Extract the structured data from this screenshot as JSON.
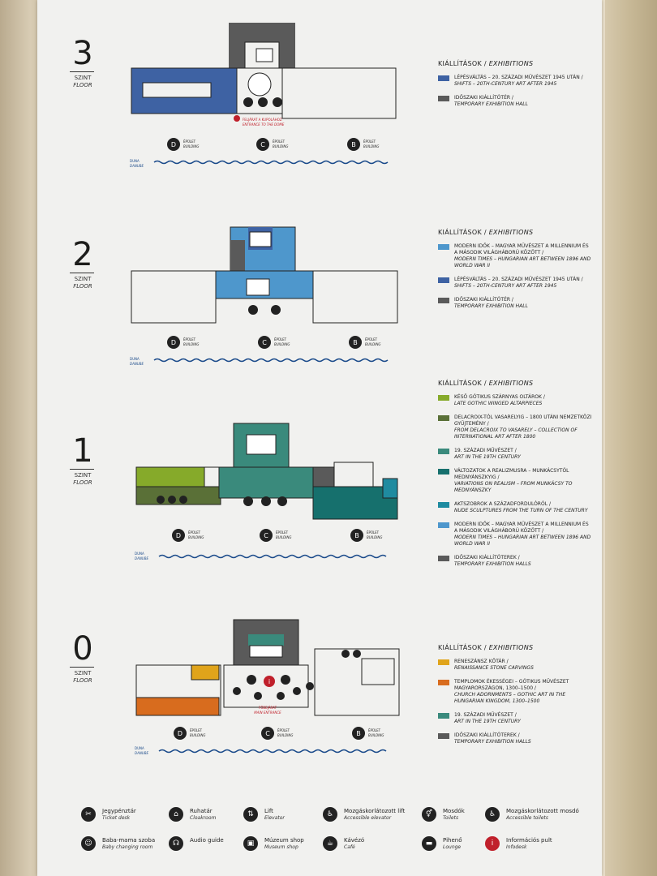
{
  "colors": {
    "blue_dark": "#3e62a3",
    "blue_light": "#4e97cc",
    "grey": "#5a5a5a",
    "green_lime": "#86aa2a",
    "green_olive": "#5a7037",
    "teal_green": "#3a8a7c",
    "teal_dark": "#16706d",
    "teal": "#1f8ba0",
    "yellow": "#e0a41b",
    "orange": "#d86c1e",
    "red": "#c0202b"
  },
  "common": {
    "szint": "SZINT",
    "floor": "FLOOR",
    "epulet": "ÉPÜLET",
    "building": "BUILDING",
    "duna": "DUNA",
    "danube": "DANUBE",
    "building_d": "D",
    "building_c": "C",
    "building_b": "B",
    "legend_head_hu": "KIÁLLÍTÁSOK",
    "legend_head_sep": " / ",
    "legend_head_en": "EXHIBITIONS"
  },
  "levels": [
    {
      "number": "3",
      "note_hu": "FELJÁRAT A KUPOLÁHOZ",
      "note_en": "ENTRANCE TO THE DOME",
      "legend": [
        {
          "color": "#3e62a3",
          "hu": "LÉPÉSVÁLTÁS – 20. SZÁZADI MŰVÉSZET 1945 UTÁN /",
          "en": "SHIFTS – 20TH-CENTURY ART AFTER 1945"
        },
        {
          "color": "#5a5a5a",
          "hu": "IDŐSZAKI KIÁLLÍTÓTÉR /",
          "en": "TEMPORARY EXHIBITION HALL"
        }
      ]
    },
    {
      "number": "2",
      "legend": [
        {
          "color": "#4e97cc",
          "hu": "MODERN IDŐK – MAGYAR MŰVÉSZET A MILLENNIUM ÉS A MÁSODIK VILÁGHÁBORÚ KÖZÖTT /",
          "en": "MODERN TIMES – HUNGARIAN ART BETWEEN 1896 AND WORLD WAR II"
        },
        {
          "color": "#3e62a3",
          "hu": "LÉPÉSVÁLTÁS – 20. SZÁZADI MŰVÉSZET 1945 UTÁN /",
          "en": "SHIFTS – 20TH-CENTURY ART AFTER 1945"
        },
        {
          "color": "#5a5a5a",
          "hu": "IDŐSZAKI KIÁLLÍTÓTÉR /",
          "en": "TEMPORARY EXHIBITION HALL"
        }
      ]
    },
    {
      "number": "1",
      "legend": [
        {
          "color": "#86aa2a",
          "hu": "KÉSŐ GÓTIKUS SZÁRNYAS OLTÁROK /",
          "en": "LATE GOTHIC WINGED ALTARPIECES"
        },
        {
          "color": "#5a7037",
          "hu": "DELACROIX-TÓL VASARELYIG – 1800 UTÁNI NEMZETKÖZI GYŰJTEMÉNY /",
          "en": "FROM DELACROIX TO VASARELY – COLLECTION OF INTERNATIONAL ART AFTER 1800"
        },
        {
          "color": "#3a8a7c",
          "hu": "19. SZÁZADI MŰVÉSZET /",
          "en": "ART IN THE 19TH CENTURY"
        },
        {
          "color": "#16706d",
          "hu": "VÁLTOZATOK A REALIZMUSRA – MUNKÁCSYTÓL MEDNYÁNSZKYIG /",
          "en": "VARIATIONS ON REALISM – FROM MUNKÁCSY TO MEDNYÁNSZKY"
        },
        {
          "color": "#1f8ba0",
          "hu": "AKTSZOBROK A SZÁZADFORDULÓRÓL /",
          "en": "NUDE SCULPTURES FROM THE TURN OF THE CENTURY"
        },
        {
          "color": "#4e97cc",
          "hu": "MODERN IDŐK – MAGYAR MŰVÉSZET A MILLENNIUM ÉS A MÁSODIK VILÁGHÁBORÚ KÖZÖTT /",
          "en": "MODERN TIMES – HUNGARIAN ART BETWEEN 1896 AND WORLD WAR II"
        },
        {
          "color": "#5a5a5a",
          "hu": "IDŐSZAKI KIÁLLÍTÓTEREK /",
          "en": "TEMPORARY EXHIBITION HALLS"
        }
      ]
    },
    {
      "number": "0",
      "note_hu": "FŐBEJÁRAT",
      "note_en": "MAIN ENTRANCE",
      "legend": [
        {
          "color": "#e0a41b",
          "hu": "RENESZÁNSZ KŐTÁR /",
          "en": "RENAISSANCE STONE CARVINGS"
        },
        {
          "color": "#d86c1e",
          "hu": "TEMPLOMOK ÉKESSÉGEI – GÓTIKUS MŰVÉSZET MAGYARORSZÁGON, 1300–1500 /",
          "en": "CHURCH ADORNMENTS – GOTHIC ART IN THE HUNGARIAN KINGDOM, 1300–1500"
        },
        {
          "color": "#3a8a7c",
          "hu": "19. SZÁZADI MŰVÉSZET /",
          "en": "ART IN THE 19TH CENTURY"
        },
        {
          "color": "#5a5a5a",
          "hu": "IDŐSZAKI KIÁLLÍTÓTEREK /",
          "en": "TEMPORARY EXHIBITION HALLS"
        }
      ]
    }
  ],
  "icons": [
    {
      "icon": "ticket-icon",
      "glyph": "✂",
      "hu": "Jegypénztár",
      "en": "Ticket desk"
    },
    {
      "icon": "hanger-icon",
      "glyph": "⌂",
      "hu": "Ruhatár",
      "en": "Cloakroom"
    },
    {
      "icon": "elevator-icon",
      "glyph": "⇅",
      "hu": "Lift",
      "en": "Elevator"
    },
    {
      "icon": "accessible-elevator-icon",
      "glyph": "♿",
      "hu": "Mozgáskorlátozott lift",
      "en": "Accessible elevator"
    },
    {
      "icon": "toilet-icon",
      "glyph": "⚥",
      "hu": "Mosdók",
      "en": "Toilets"
    },
    {
      "icon": "accessible-toilet-icon",
      "glyph": "♿",
      "hu": "Mozgáskorlátozott mosdó",
      "en": "Accessible toilets"
    },
    {
      "icon": "baby-room-icon",
      "glyph": "☺",
      "hu": "Baba-mama szoba",
      "en": "Baby changing room"
    },
    {
      "icon": "audio-guide-icon",
      "glyph": "☊",
      "hu": "Audio guide",
      "en": ""
    },
    {
      "icon": "shop-icon",
      "glyph": "▣",
      "hu": "Múzeum shop",
      "en": "Museum shop"
    },
    {
      "icon": "cafe-icon",
      "glyph": "☕",
      "hu": "Kávézó",
      "en": "Café"
    },
    {
      "icon": "lounge-icon",
      "glyph": "▬",
      "hu": "Pihenő",
      "en": "Lounge"
    },
    {
      "icon": "info-icon",
      "glyph": "i",
      "hu": "Információs pult",
      "en": "Infodesk",
      "red": true
    }
  ]
}
